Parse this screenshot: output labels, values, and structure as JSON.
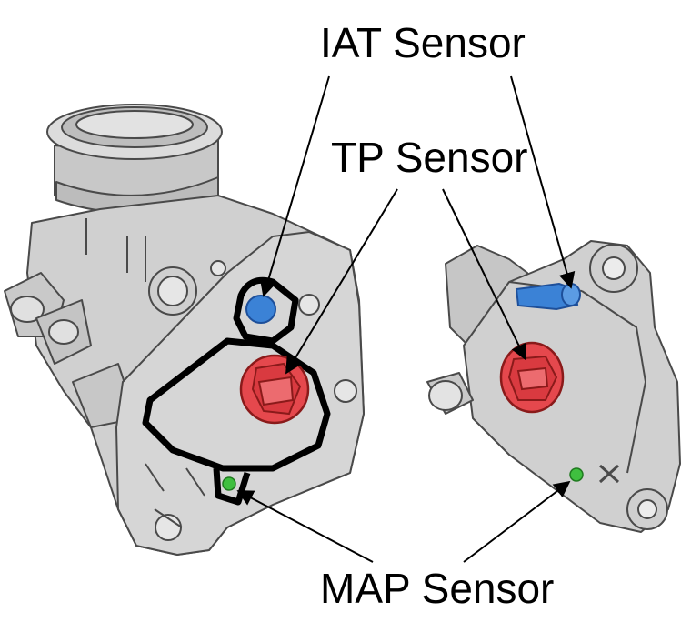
{
  "labels": {
    "iat": "IAT Sensor",
    "tp": "TP Sensor",
    "map": "MAP Sensor"
  },
  "colors": {
    "body": "#d0d0d0",
    "body_dark": "#a8a8a8",
    "outline": "#4a4a4a",
    "gasket": "#000000",
    "iat_sensor": "#3b82d6",
    "tp_sensor": "#e5484d",
    "map_sensor": "#3fbf3f",
    "leader": "#000000"
  }
}
